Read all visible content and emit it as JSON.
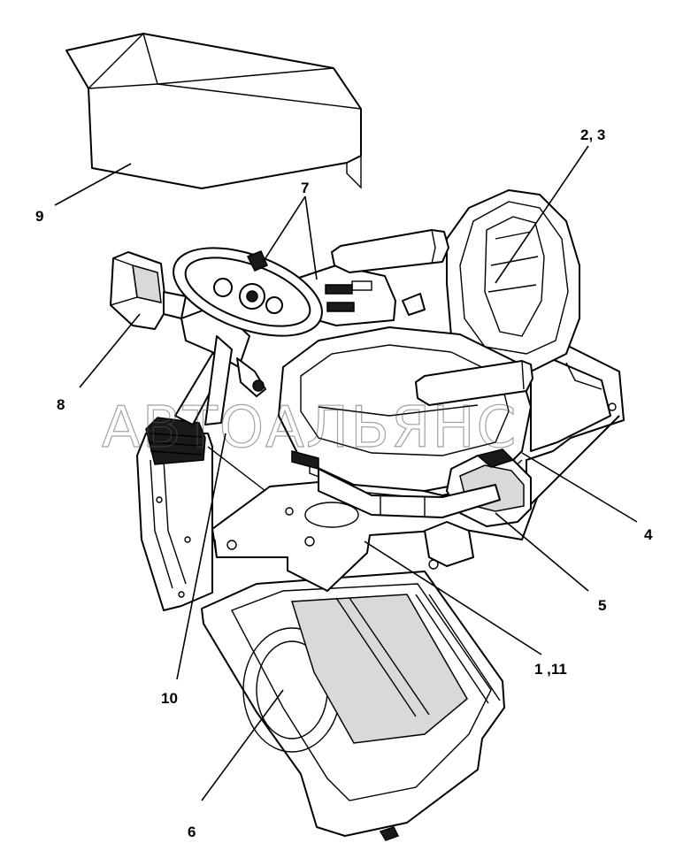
{
  "diagram": {
    "watermark": "АВТОАЛЬЯНС",
    "callouts": {
      "c1_11": "1 ,11",
      "c2_3": "2, 3",
      "c4": "4",
      "c5": "5",
      "c6": "6",
      "c7": "7",
      "c8": "8",
      "c9": "9",
      "c10": "10"
    }
  }
}
